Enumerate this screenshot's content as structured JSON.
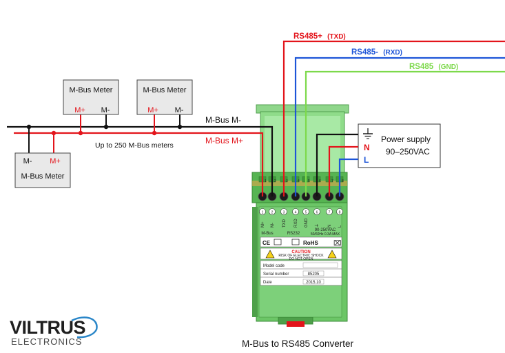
{
  "meters": {
    "meter_label": "M-Bus Meter",
    "m_minus": "M-",
    "m_plus": "M+"
  },
  "bus": {
    "m_minus_label": "M-Bus M-",
    "m_plus_label": "M-Bus M+",
    "capacity_note": "Up to 250 M-Bus meters"
  },
  "rs485": {
    "plus_prefix": "RS485+",
    "plus_suffix": "(TXD)",
    "minus_prefix": "RS485-",
    "minus_suffix": "(RXD)",
    "gnd_prefix": "RS485",
    "gnd_suffix": "(GND)"
  },
  "power": {
    "title": "Power supply",
    "range": "90–250VAC",
    "n_label": "N",
    "l_label": "L"
  },
  "device": {
    "terminals": [
      "1",
      "2",
      "3",
      "4",
      "5",
      "6",
      "7",
      "8"
    ],
    "pin_labels": [
      "M+",
      "M-",
      "TXD",
      "RXD",
      "GND",
      "⏚",
      "N",
      "L"
    ],
    "group_mbus": "M-Bus",
    "group_rs232": "RS232",
    "group_power": "90-250VAC",
    "power_spec": "50/60Hz 0.3A MAX",
    "rohs": "RoHS",
    "caution_title": "CAUTION",
    "caution_line1": "RISK OF ELECTRIC SHOCK",
    "caution_line2": "DO NOT OPEN",
    "model_code_label": "Model code",
    "model_code_value": "",
    "serial_label": "Serial number",
    "serial_value": "85205",
    "date_label": "Date",
    "date_value": "2015.10"
  },
  "logo": {
    "brand": "VILTRUS",
    "sub": "ELECTRONICS"
  },
  "caption": "M-Bus to RS485 Converter",
  "colors": {
    "red": "#e3141b",
    "blue": "#1d55d8",
    "green": "#7dd94b",
    "black": "#111111",
    "device_green": "#5fbf5a",
    "device_light": "#9be29a",
    "meter_fill": "#e9e9e9"
  }
}
